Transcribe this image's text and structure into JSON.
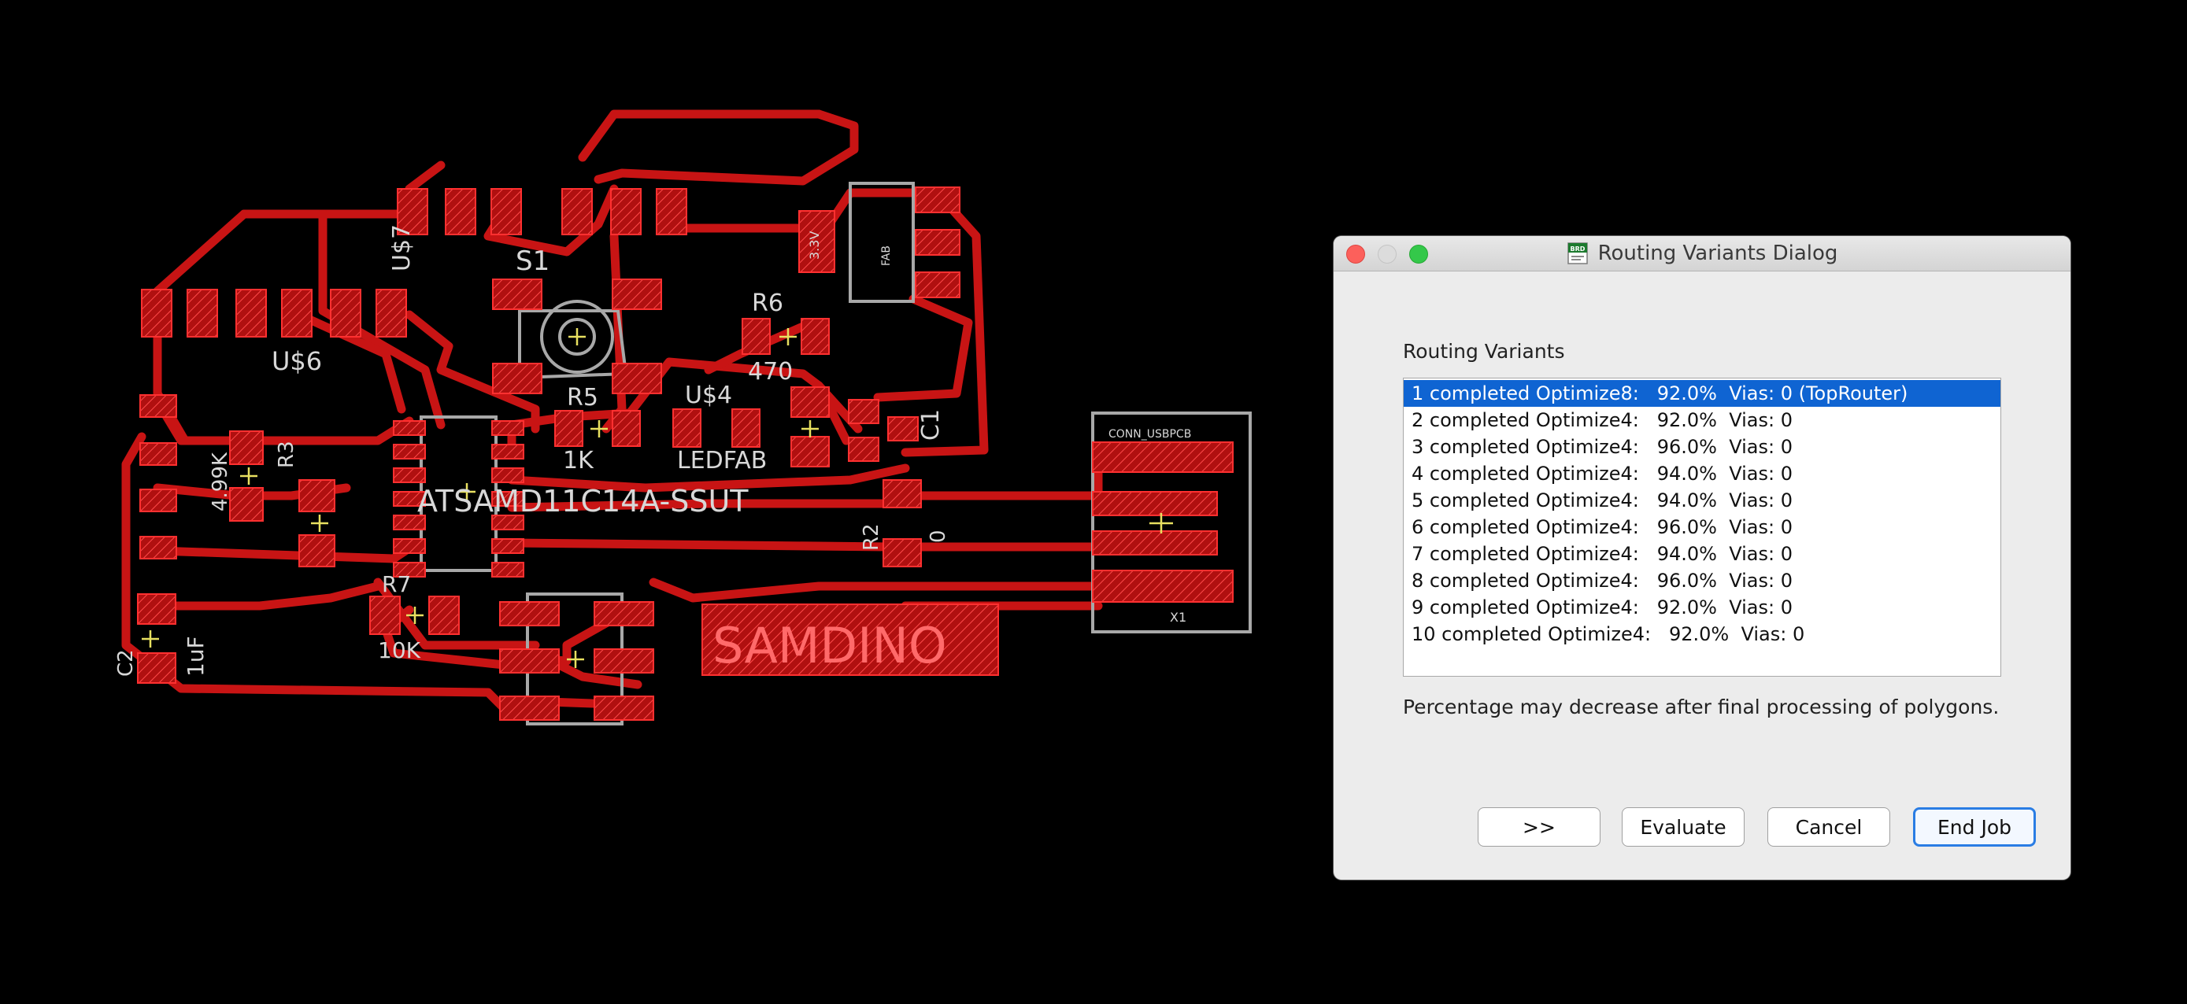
{
  "board": {
    "labels": {
      "samdino": "SAMDINO",
      "mcu": "ATSAMD11C14A-SSUT",
      "usb_conn": "CONN_USBPCB",
      "usb_conn_id": "X1",
      "s1": "S1",
      "r5": "R5",
      "r6": "R6",
      "r3": "R3",
      "r7": "R7",
      "r2": "R2",
      "r_1k": "1K",
      "r_470": "470",
      "r_499k": "4.99K",
      "r_10k": "10K",
      "r_0": "0",
      "u4": "U$4",
      "u6": "U$6",
      "u7": "U$7",
      "led": "LEDFAB",
      "c1": "C1",
      "c2": "C2",
      "c_1uf": "1uF",
      "reg": "FAB",
      "reg_vals": "3.3V"
    },
    "colors": {
      "copper": "#c81414",
      "pad": "#ff2a2a",
      "outline": "#a8a8a8",
      "silk": "#d8d8d8",
      "origin": "#e8e060"
    }
  },
  "dialog": {
    "title": "Routing Variants Dialog",
    "title_icon_text": "BRD",
    "section_label": "Routing Variants",
    "variants": [
      "1 completed Optimize8:   92.0%  Vias: 0 (TopRouter)",
      "2 completed Optimize4:   92.0%  Vias: 0",
      "3 completed Optimize4:   96.0%  Vias: 0",
      "4 completed Optimize4:   94.0%  Vias: 0",
      "5 completed Optimize4:   94.0%  Vias: 0",
      "6 completed Optimize4:   96.0%  Vias: 0",
      "7 completed Optimize4:   94.0%  Vias: 0",
      "8 completed Optimize4:   96.0%  Vias: 0",
      "9 completed Optimize4:   92.0%  Vias: 0",
      "10 completed Optimize4:   92.0%  Vias: 0"
    ],
    "selected_index": 0,
    "note": "Percentage may decrease after final processing of polygons.",
    "buttons": {
      "next": ">>",
      "evaluate": "Evaluate",
      "cancel": "Cancel",
      "end_job": "End Job"
    },
    "colors": {
      "selection": "#0f64d2",
      "default_button_border": "#2a7de4"
    }
  }
}
